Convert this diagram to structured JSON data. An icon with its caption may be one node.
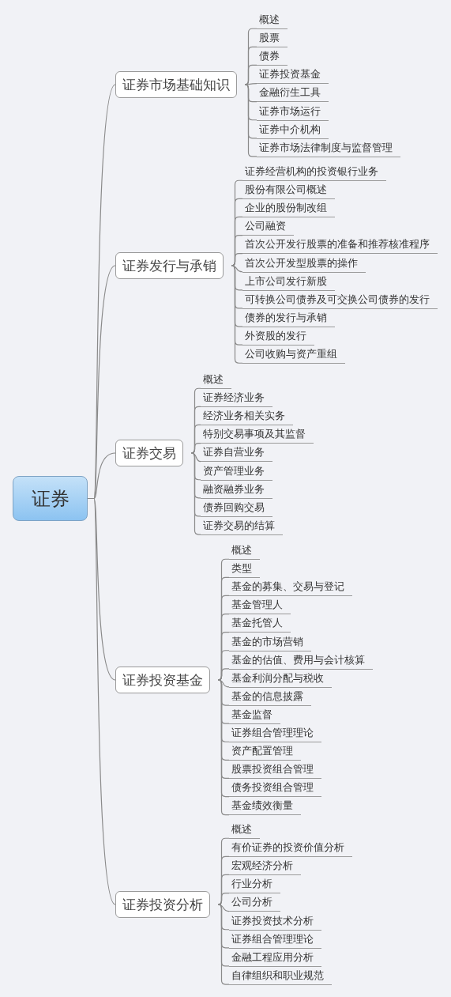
{
  "diagram": {
    "nodes": [
      {
        "text": [
          "证券"
        ]
      },
      {
        "text": [
          "证券市场基础知识"
        ]
      },
      {
        "text": [
          "概述"
        ]
      },
      {
        "text": [
          "股票"
        ]
      },
      {
        "text": [
          "债券"
        ]
      },
      {
        "text": [
          "证券投资基金"
        ]
      },
      {
        "text": [
          "金融衍生工具"
        ]
      },
      {
        "text": [
          "证券市场运行"
        ]
      },
      {
        "text": [
          "证券中介机构"
        ]
      },
      {
        "text": [
          "证券市场法律制度与监督管理"
        ]
      },
      {
        "text": [
          "证券发行与承销"
        ]
      },
      {
        "text": [
          "证券经营机构的投资银行业务"
        ]
      },
      {
        "text": [
          "股份有限公司概述"
        ]
      },
      {
        "text": [
          "企业的股份制改组"
        ]
      },
      {
        "text": [
          "公司融资"
        ]
      },
      {
        "text": [
          "首次公开发行股票的准备和推荐核准程序"
        ]
      },
      {
        "text": [
          "首次公开发型股票的操作"
        ]
      },
      {
        "text": [
          "上市公司发行新股"
        ]
      },
      {
        "text": [
          "可转换公司债券及可交换公司债券的发行"
        ]
      },
      {
        "text": [
          "债券的发行与承销"
        ]
      },
      {
        "text": [
          "外资股的发行"
        ]
      },
      {
        "text": [
          "公司收购与资产重组"
        ]
      },
      {
        "text": [
          "证券交易"
        ]
      },
      {
        "text": [
          "概述"
        ]
      },
      {
        "text": [
          "证券经济业务"
        ]
      },
      {
        "text": [
          "经济业务相关实务"
        ]
      },
      {
        "text": [
          "特别交易事项及其监督"
        ]
      },
      {
        "text": [
          "证券自营业务"
        ]
      },
      {
        "text": [
          "资产管理业务"
        ]
      },
      {
        "text": [
          "融资融券业务"
        ]
      },
      {
        "text": [
          "债券回购交易"
        ]
      },
      {
        "text": [
          "证券交易的结算"
        ]
      },
      {
        "text": [
          "证券投资基金"
        ]
      },
      {
        "text": [
          "概述"
        ]
      },
      {
        "text": [
          "类型"
        ]
      },
      {
        "text": [
          "基金的募集、交易与登记"
        ]
      },
      {
        "text": [
          "基金管理人"
        ]
      },
      {
        "text": [
          "基金托管人"
        ]
      },
      {
        "text": [
          "基金的市场营销"
        ]
      },
      {
        "text": [
          "基金的估值、费用与会计核算"
        ]
      },
      {
        "text": [
          "基金利润分配与税收"
        ]
      },
      {
        "text": [
          "基金的信息披露"
        ]
      },
      {
        "text": [
          "基金监督"
        ]
      },
      {
        "text": [
          "证券组合管理理论"
        ]
      },
      {
        "text": [
          "资产配置管理"
        ]
      },
      {
        "text": [
          "股票投资组合管理"
        ]
      },
      {
        "text": [
          "债务投资组合管理"
        ]
      },
      {
        "text": [
          "基金绩效衡量"
        ]
      },
      {
        "text": [
          "证券投资分析"
        ]
      },
      {
        "text": [
          "概述"
        ]
      },
      {
        "text": [
          "有价证券的投资价值分析"
        ]
      },
      {
        "text": [
          "宏观经济分析"
        ]
      },
      {
        "text": [
          "行业分析"
        ]
      },
      {
        "text": [
          "公司分析"
        ]
      },
      {
        "text": [
          "证券投资技术分析"
        ]
      },
      {
        "text": [
          "证券组合管理理论"
        ]
      },
      {
        "text": [
          "金融工程应用分析"
        ]
      },
      {
        "text": [
          "自律组织和职业规范"
        ]
      }
    ],
    "edges": [
      {
        "from": 0,
        "to": 1,
        "arrow": "none"
      },
      {
        "from": 1,
        "to": 2,
        "arrow": "none"
      },
      {
        "from": 1,
        "to": 3,
        "arrow": "none"
      },
      {
        "from": 1,
        "to": 4,
        "arrow": "none"
      },
      {
        "from": 1,
        "to": 5,
        "arrow": "none"
      },
      {
        "from": 1,
        "to": 6,
        "arrow": "none"
      },
      {
        "from": 1,
        "to": 7,
        "arrow": "none"
      },
      {
        "from": 1,
        "to": 8,
        "arrow": "none"
      },
      {
        "from": 1,
        "to": 9,
        "arrow": "none"
      },
      {
        "from": 0,
        "to": 10,
        "arrow": "none"
      },
      {
        "from": 10,
        "to": 11,
        "arrow": "none"
      },
      {
        "from": 10,
        "to": 12,
        "arrow": "none"
      },
      {
        "from": 10,
        "to": 13,
        "arrow": "none"
      },
      {
        "from": 10,
        "to": 14,
        "arrow": "none"
      },
      {
        "from": 10,
        "to": 15,
        "arrow": "none"
      },
      {
        "from": 10,
        "to": 16,
        "arrow": "none"
      },
      {
        "from": 10,
        "to": 17,
        "arrow": "none"
      },
      {
        "from": 10,
        "to": 18,
        "arrow": "none"
      },
      {
        "from": 10,
        "to": 19,
        "arrow": "none"
      },
      {
        "from": 10,
        "to": 20,
        "arrow": "none"
      },
      {
        "from": 10,
        "to": 21,
        "arrow": "none"
      },
      {
        "from": 0,
        "to": 22,
        "arrow": "none"
      },
      {
        "from": 22,
        "to": 23,
        "arrow": "none"
      },
      {
        "from": 22,
        "to": 24,
        "arrow": "none"
      },
      {
        "from": 22,
        "to": 25,
        "arrow": "none"
      },
      {
        "from": 22,
        "to": 26,
        "arrow": "none"
      },
      {
        "from": 22,
        "to": 27,
        "arrow": "none"
      },
      {
        "from": 22,
        "to": 28,
        "arrow": "none"
      },
      {
        "from": 22,
        "to": 29,
        "arrow": "none"
      },
      {
        "from": 22,
        "to": 30,
        "arrow": "none"
      },
      {
        "from": 22,
        "to": 31,
        "arrow": "none"
      },
      {
        "from": 0,
        "to": 32,
        "arrow": "none"
      },
      {
        "from": 32,
        "to": 33,
        "arrow": "none"
      },
      {
        "from": 32,
        "to": 34,
        "arrow": "none"
      },
      {
        "from": 32,
        "to": 35,
        "arrow": "none"
      },
      {
        "from": 32,
        "to": 36,
        "arrow": "none"
      },
      {
        "from": 32,
        "to": 37,
        "arrow": "none"
      },
      {
        "from": 32,
        "to": 38,
        "arrow": "none"
      },
      {
        "from": 32,
        "to": 39,
        "arrow": "none"
      },
      {
        "from": 32,
        "to": 40,
        "arrow": "none"
      },
      {
        "from": 32,
        "to": 41,
        "arrow": "none"
      },
      {
        "from": 32,
        "to": 42,
        "arrow": "none"
      },
      {
        "from": 32,
        "to": 43,
        "arrow": "none"
      },
      {
        "from": 32,
        "to": 44,
        "arrow": "none"
      },
      {
        "from": 32,
        "to": 45,
        "arrow": "none"
      },
      {
        "from": 32,
        "to": 46,
        "arrow": "none"
      },
      {
        "from": 32,
        "to": 47,
        "arrow": "none"
      },
      {
        "from": 0,
        "to": 48,
        "arrow": "none"
      },
      {
        "from": 48,
        "to": 49,
        "arrow": "none"
      },
      {
        "from": 48,
        "to": 50,
        "arrow": "none"
      },
      {
        "from": 48,
        "to": 51,
        "arrow": "none"
      },
      {
        "from": 48,
        "to": 52,
        "arrow": "none"
      },
      {
        "from": 48,
        "to": 53,
        "arrow": "none"
      },
      {
        "from": 48,
        "to": 54,
        "arrow": "none"
      },
      {
        "from": 48,
        "to": 55,
        "arrow": "none"
      },
      {
        "from": 48,
        "to": 56,
        "arrow": "none"
      },
      {
        "from": 48,
        "to": 57,
        "arrow": "none"
      }
    ]
  }
}
